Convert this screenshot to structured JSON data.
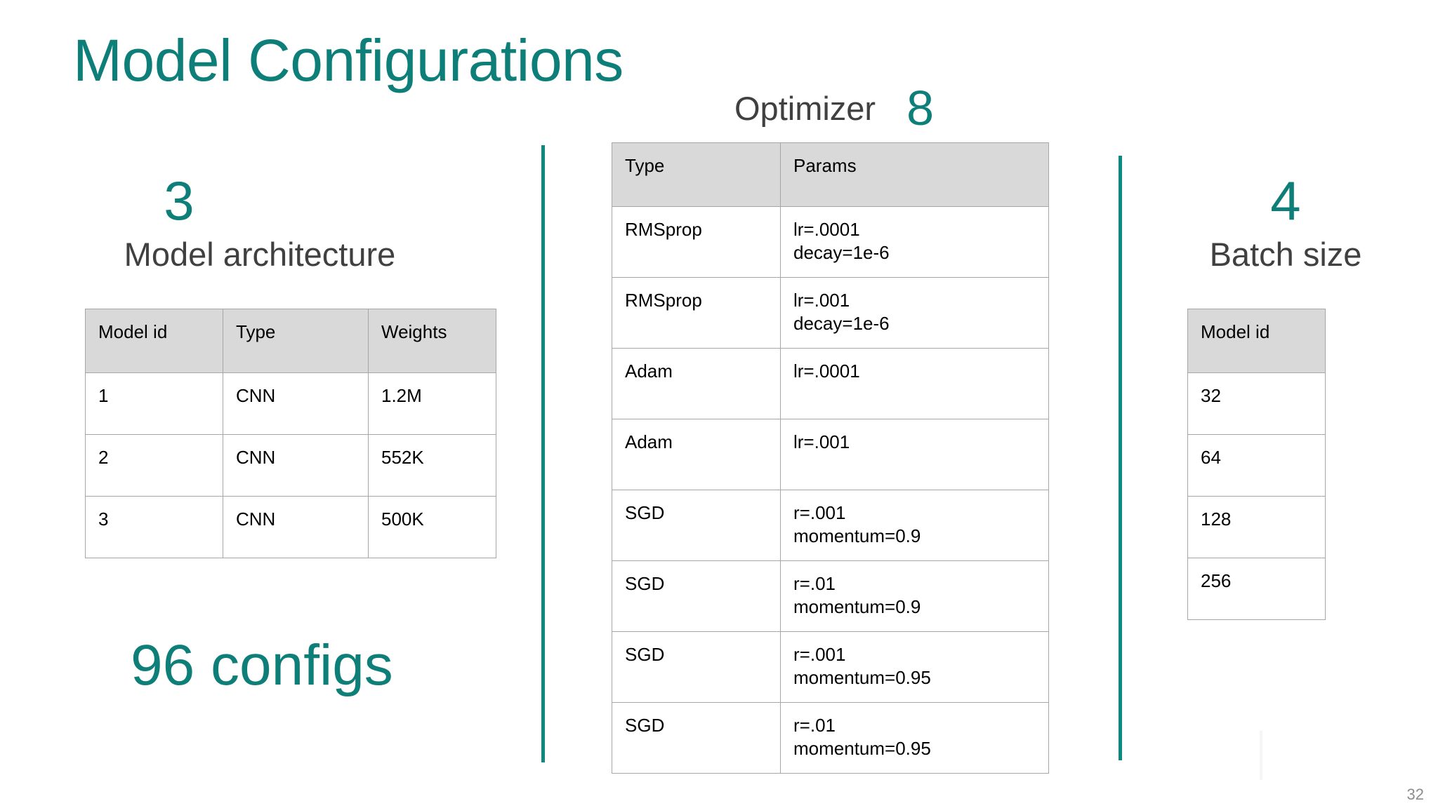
{
  "slide": {
    "title": "Model Configurations",
    "total_configs": "96 configs",
    "page_number": "32",
    "accent_color": "#0d7f78",
    "divider_color": "#0d8a80",
    "header_fill": "#d9d9d9",
    "border_color": "#a6a6a6"
  },
  "architecture": {
    "count": "3",
    "caption": "Model architecture",
    "columns": [
      "Model id",
      "Type",
      "Weights"
    ],
    "rows": [
      [
        "1",
        "CNN",
        "1.2M"
      ],
      [
        "2",
        "CNN",
        "552K"
      ],
      [
        "3",
        "CNN",
        "500K"
      ]
    ]
  },
  "optimizer": {
    "count": "8",
    "caption": "Optimizer",
    "columns": [
      "Type",
      "Params"
    ],
    "rows": [
      [
        "RMSprop",
        "lr=.0001\ndecay=1e-6"
      ],
      [
        "RMSprop",
        "lr=.001\ndecay=1e-6"
      ],
      [
        "Adam",
        "lr=.0001"
      ],
      [
        "Adam",
        "lr=.001"
      ],
      [
        "SGD",
        "r=.001\nmomentum=0.9"
      ],
      [
        "SGD",
        "r=.01\nmomentum=0.9"
      ],
      [
        "SGD",
        "r=.001\nmomentum=0.95"
      ],
      [
        "SGD",
        "r=.01\nmomentum=0.95"
      ]
    ]
  },
  "batch_size": {
    "count": "4",
    "caption": "Batch size",
    "columns": [
      "Model id"
    ],
    "rows": [
      [
        "32"
      ],
      [
        "64"
      ],
      [
        "128"
      ],
      [
        "256"
      ]
    ]
  }
}
